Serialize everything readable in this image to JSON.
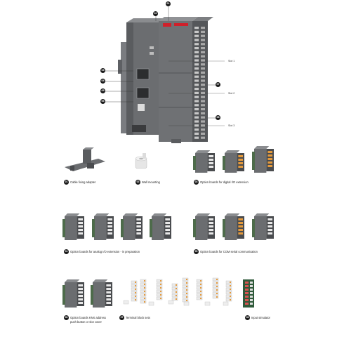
{
  "main_device": {
    "markers": [
      "01",
      "02",
      "03",
      "04",
      "05",
      "06",
      "07",
      "08"
    ],
    "slot_labels": [
      "Slot 1",
      "Slot 2",
      "Slot 3"
    ]
  },
  "captions": [
    {
      "num": "01",
      "text": "Cable fixing adapter"
    },
    {
      "num": "02",
      "text": "Wall mounting"
    },
    {
      "num": "03",
      "text": "Option boards for digital I/O extension"
    },
    {
      "num": "04",
      "text": "Option boards for analog I/O extension - in preparation"
    },
    {
      "num": "05",
      "text": "Option boards for COM serial communication"
    },
    {
      "num": "06",
      "text": "Option boards KNX address",
      "text2": "push button or slot cover"
    },
    {
      "num": "07",
      "text": "Terminal block sets"
    },
    {
      "num": "08",
      "text": "Input simulator"
    }
  ],
  "colors": {
    "housing": "#6b6d70",
    "housing_dark": "#4a4c4f",
    "housing_light": "#8a8c8f",
    "accent_red": "#d0202a",
    "terminal_white": "#e8e8e8",
    "terminal_orange": "#e59a3c",
    "marker": "#1a1a1a"
  }
}
